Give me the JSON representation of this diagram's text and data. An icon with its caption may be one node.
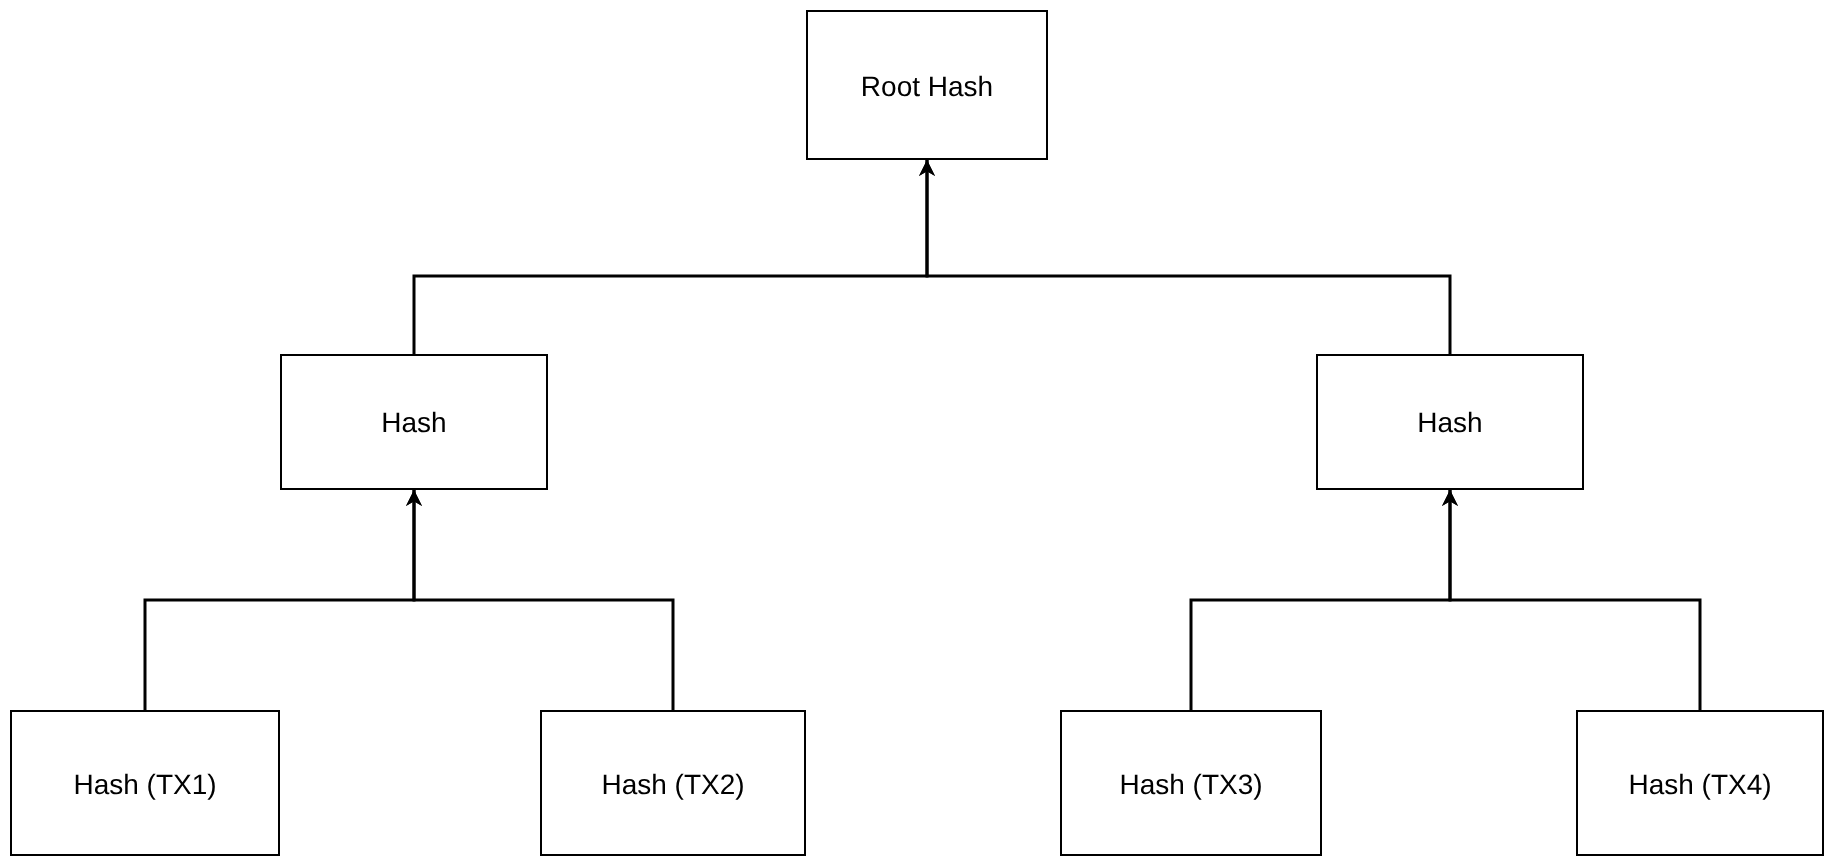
{
  "diagram": {
    "nodes": [
      {
        "text": [
          "Root Hash"
        ]
      },
      {
        "text": [
          "Hash"
        ]
      },
      {
        "text": [
          "Hash"
        ]
      },
      {
        "text": [
          "Hash (TX1)"
        ]
      },
      {
        "text": [
          "Hash (TX2)"
        ]
      },
      {
        "text": [
          "Hash (TX3)"
        ]
      },
      {
        "text": [
          "Hash (TX4)"
        ]
      }
    ],
    "edges": [
      {
        "from": 1,
        "to": 0,
        "arrow": "to"
      },
      {
        "from": 2,
        "to": 0,
        "arrow": "to"
      },
      {
        "from": 3,
        "to": 1,
        "arrow": "to"
      },
      {
        "from": 4,
        "to": 1,
        "arrow": "to"
      },
      {
        "from": 5,
        "to": 2,
        "arrow": "to"
      },
      {
        "from": 6,
        "to": 2,
        "arrow": "to"
      }
    ]
  }
}
